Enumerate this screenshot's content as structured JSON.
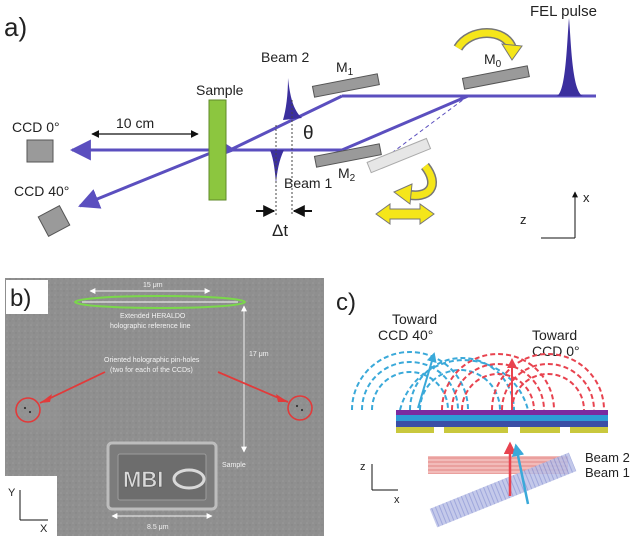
{
  "panel_a": {
    "letter": "a)",
    "fel_pulse": "FEL pulse",
    "beam2": "Beam 2",
    "beam1": "Beam 1",
    "sample": "Sample",
    "ccd0": "CCD 0°",
    "ccd40": "CCD 40°",
    "distance": "10 cm",
    "theta": "θ",
    "delta_t": "Δt",
    "m0": "M",
    "m0_sub": "0",
    "m1": "M",
    "m1_sub": "1",
    "m2": "M",
    "m2_sub": "2",
    "axis_x": "x",
    "axis_z": "z"
  },
  "panel_b": {
    "letter": "b)",
    "scale_15": "15 μm",
    "heraldo_line1": "Extended HERALDO",
    "heraldo_line2": "holographic reference line",
    "pinholes_line1": "Oriented holographic pin-holes",
    "pinholes_line2": "(two for each of the CCDs)",
    "scale_17": "17 μm",
    "sample": "Sample",
    "scale_85": "8.5 μm",
    "logo_text": "MBI",
    "axis_y": "Y",
    "axis_x": "X"
  },
  "panel_c": {
    "letter": "c)",
    "toward40_line1": "Toward",
    "toward40_line2": "CCD 40°",
    "toward0_line1": "Toward",
    "toward0_line2": "CCD 0°",
    "beam2": "Beam 2",
    "beam1": "Beam 1",
    "axis_z": "z",
    "axis_x": "x"
  },
  "colors": {
    "beam": "#5b4fbf",
    "sample": "#8cc63f",
    "arrow_yellow": "#f5e61a",
    "blue_wave": "#3aa9d9",
    "red_wave": "#e8434f"
  }
}
